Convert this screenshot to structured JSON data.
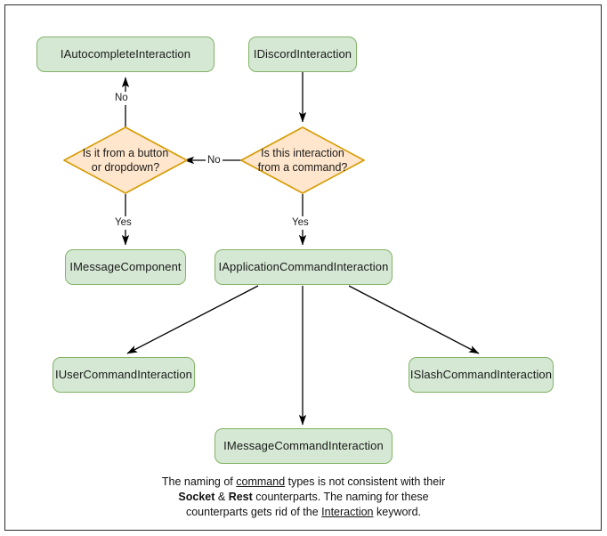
{
  "diagram": {
    "title": "Discord interaction type hierarchy flowchart",
    "colors": {
      "node_fill": "#d5e8d4",
      "node_stroke": "#82b366",
      "decision_fill": "#ffe6cc",
      "decision_stroke": "#d79b00",
      "edge_stroke": "#000000",
      "canvas": "#ffffff",
      "frame": "#2b2b2b"
    },
    "nodes": [
      {
        "id": "autocomplete",
        "label": "IAutocompleteInteraction",
        "shape": "box"
      },
      {
        "id": "discord",
        "label": "IDiscordInteraction",
        "shape": "box"
      },
      {
        "id": "message_component",
        "label": "IMessageComponent",
        "shape": "box"
      },
      {
        "id": "app_command",
        "label": "IApplicationCommandInteraction",
        "shape": "box"
      },
      {
        "id": "user_command",
        "label": "IUserCommandInteraction",
        "shape": "box"
      },
      {
        "id": "slash_command",
        "label": "ISlashCommandInteraction",
        "shape": "box"
      },
      {
        "id": "message_command",
        "label": "IMessageCommandInteraction",
        "shape": "box"
      }
    ],
    "decisions": [
      {
        "id": "from_button",
        "label": "Is it from a button or dropdown?",
        "shape": "diamond"
      },
      {
        "id": "from_command",
        "label": "Is this interaction from a command?",
        "shape": "diamond"
      }
    ],
    "edge_labels": {
      "autocomplete_no": "No",
      "decision_no": "No",
      "component_yes": "Yes",
      "command_yes": "Yes"
    },
    "caption": {
      "line1_a": "The naming of ",
      "line1_u": "command",
      "line1_b": " types is not consistent with their",
      "line2_a": "",
      "line2_b1": "Socket",
      "line2_mid": " & ",
      "line2_b2": "Rest",
      "line2_c": " counterparts. The naming for these",
      "line3_a": "counterparts gets rid of the ",
      "line3_u": "Interaction",
      "line3_b": " keyword."
    }
  }
}
